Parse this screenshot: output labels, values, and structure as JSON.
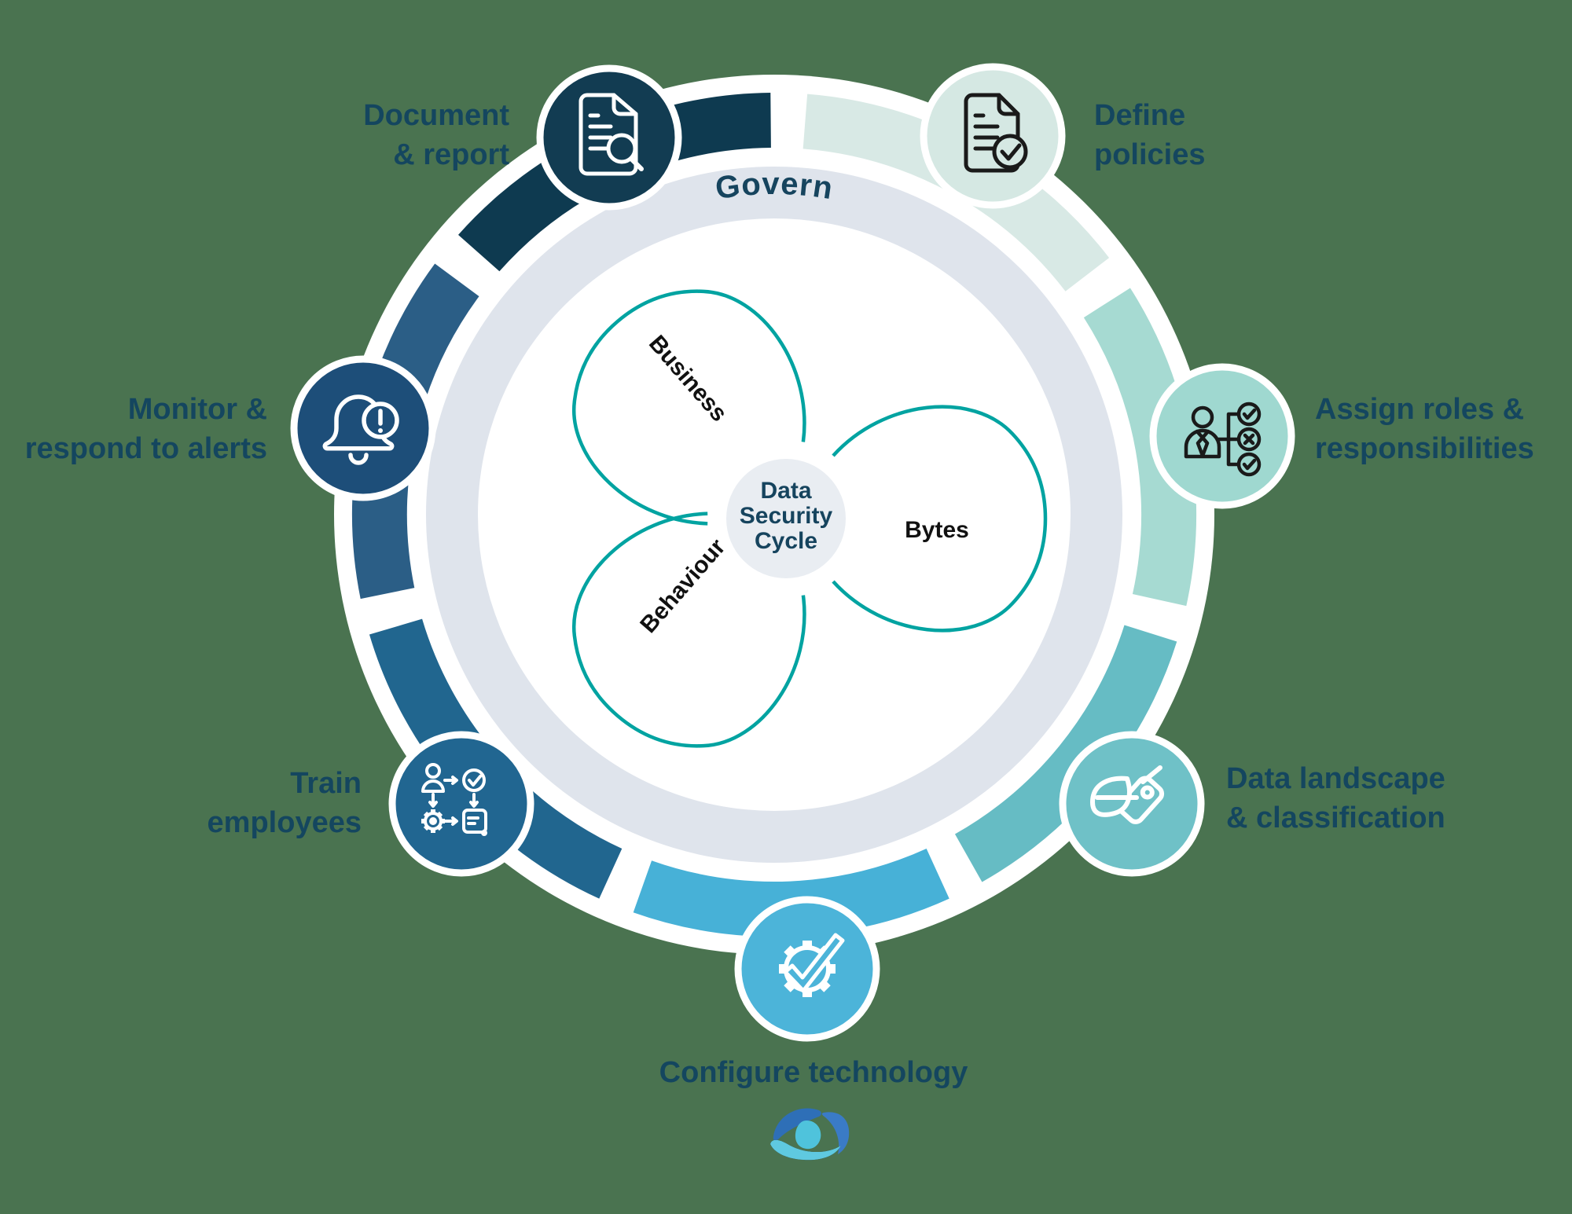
{
  "page": {
    "background_color": "#4A7350"
  },
  "diagram": {
    "govern_label": "Govern",
    "center": {
      "line1": "Data",
      "line2": "Security",
      "line3": "Cycle"
    },
    "petals": {
      "business": "Business",
      "bytes": "Bytes",
      "behaviour": "Behaviour"
    },
    "stages": {
      "define": {
        "line1": "Define",
        "line2": "policies"
      },
      "assign": {
        "line1": "Assign roles &",
        "line2": "responsibilities"
      },
      "landscape": {
        "line1": "Data landscape",
        "line2": "& classification"
      },
      "configure": {
        "line1": "Configure technology",
        "line2": ""
      },
      "train": {
        "line1": "Train",
        "line2": "employees"
      },
      "monitor": {
        "line1": "Monitor &",
        "line2": "respond to alerts"
      },
      "document": {
        "line1": "Document",
        "line2": "& report"
      }
    },
    "icons": {
      "define": "document-check-icon",
      "assign": "org-approval-icon",
      "landscape": "leaf-tag-icon",
      "configure": "gear-check-icon",
      "train": "training-flow-icon",
      "monitor": "alert-bell-icon",
      "document": "document-search-icon",
      "logo": "eye-logo"
    }
  },
  "colors": {
    "background": "#4A7350",
    "label_text": "#14465F",
    "outer_disc": "#FFFFFF",
    "govern_band": "#DFE4EC",
    "inner_disc": "#FFFFFF",
    "center_circle": "#E9EDF2",
    "center_text": "#16445E",
    "petal_stroke": "#00A3A1",
    "petal_text": "#111111",
    "segments": {
      "define": "#D8E9E5",
      "assign": "#A6DAD2",
      "landscape": "#66BCC4",
      "configure": "#47B1D7",
      "train": "#21668F",
      "monitor": "#2B5E86",
      "document": "#0E3A50"
    },
    "circles": {
      "define": "#D5E8E3",
      "assign": "#9FD8D0",
      "landscape": "#6FC1C7",
      "configure": "#4CB4D9",
      "train": "#216691",
      "monitor": "#1D4E79",
      "document": "#123C52"
    },
    "logo": {
      "dark": "#2E6FB7",
      "medium": "#3A7BC6",
      "light": "#5FC9E0",
      "pupil": "#4FC3DC"
    }
  }
}
